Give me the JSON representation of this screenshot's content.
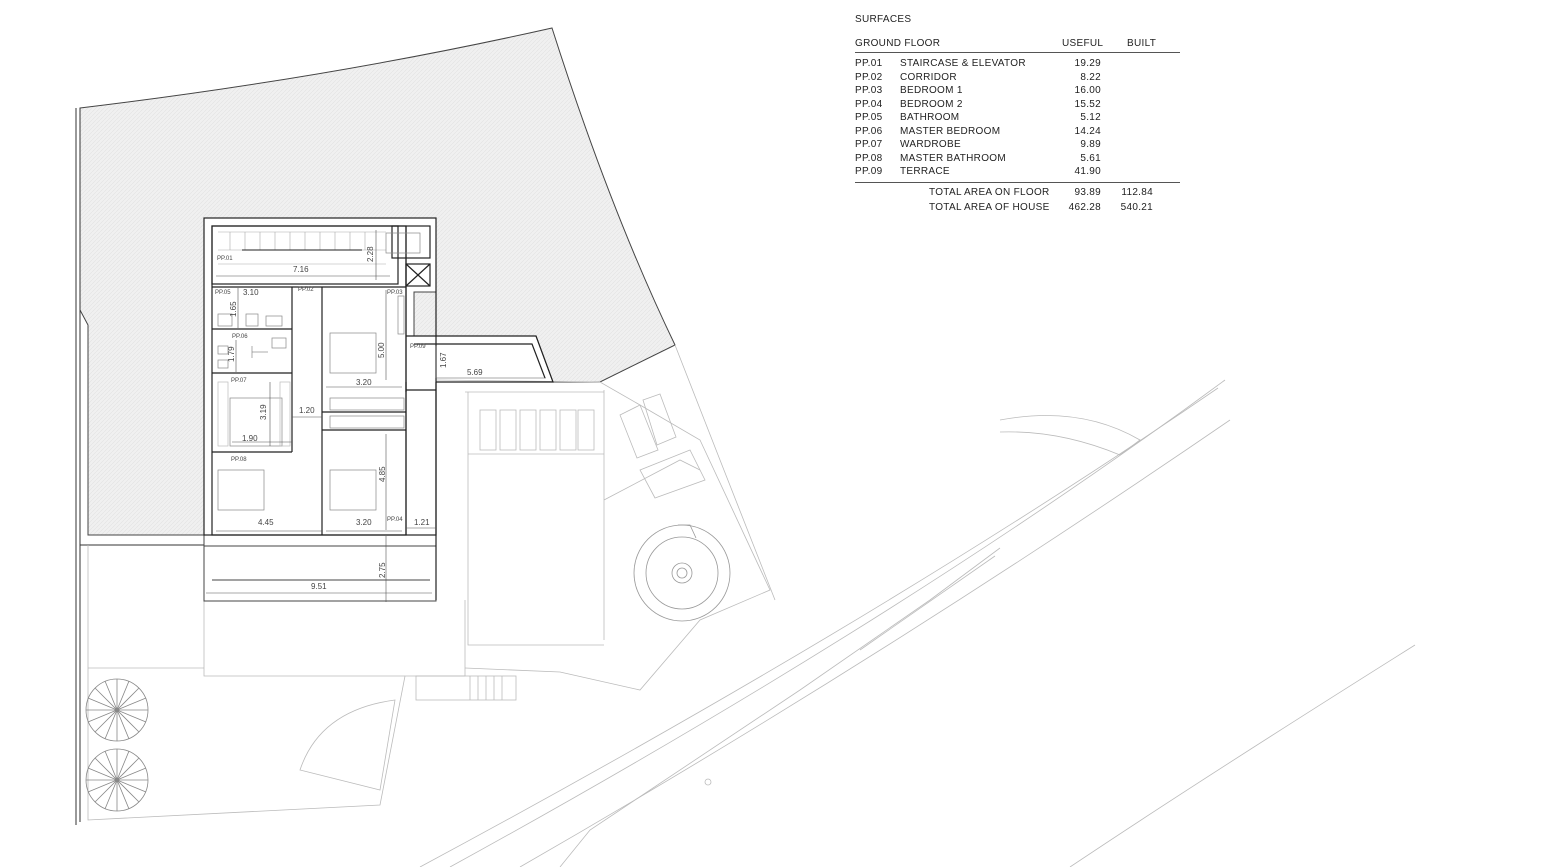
{
  "surfaces": {
    "section_title": "SURFACES",
    "floor_title": "GROUND FLOOR",
    "col_useful": "USEFUL",
    "col_built": "BUILT",
    "rows": [
      {
        "code": "PP.01",
        "name": "STAIRCASE & ELEVATOR",
        "useful": "19.29"
      },
      {
        "code": "PP.02",
        "name": "CORRIDOR",
        "useful": "8.22"
      },
      {
        "code": "PP.03",
        "name": "BEDROOM 1",
        "useful": "16.00"
      },
      {
        "code": "PP.04",
        "name": "BEDROOM 2",
        "useful": "15.52"
      },
      {
        "code": "PP.05",
        "name": "BATHROOM",
        "useful": "5.12"
      },
      {
        "code": "PP.06",
        "name": "MASTER BEDROOM",
        "useful": "14.24"
      },
      {
        "code": "PP.07",
        "name": "WARDROBE",
        "useful": "9.89"
      },
      {
        "code": "PP.08",
        "name": "MASTER BATHROOM",
        "useful": "5.61"
      },
      {
        "code": "PP.09",
        "name": "TERRACE",
        "useful": "41.90"
      }
    ],
    "totals": [
      {
        "label": "TOTAL AREA ON FLOOR",
        "useful": "93.89",
        "built": "112.84"
      },
      {
        "label": "TOTAL AREA OF HOUSE",
        "useful": "462.28",
        "built": "540.21"
      }
    ]
  },
  "plan": {
    "room_tags": {
      "pp01": "PP.01",
      "pp02": "PP.02",
      "pp03": "PP.03",
      "pp04": "PP.04",
      "pp05": "PP.05",
      "pp06": "PP.06",
      "pp07": "PP.07",
      "pp08": "PP.08",
      "pp09": "PP.09"
    },
    "dimensions": {
      "stair_width": "7.16",
      "stair_height": "2.28",
      "bath_width": "3.10",
      "bath_height": "1.65",
      "bed1_height": "5.00",
      "bed1_width": "3.20",
      "ms_bed_height": "1.79",
      "wardrobe_height": "3.19",
      "wardrobe_width": "1.90",
      "corridor_width": "1.20",
      "bed2_height": "4.85",
      "bed2_width": "3.20",
      "master_bath_width": "4.45",
      "terrace_width": "5.69",
      "terrace_height": "1.67",
      "terrace_small": "1.21",
      "overhang_height": "2.75",
      "overall_width": "9.51"
    }
  }
}
